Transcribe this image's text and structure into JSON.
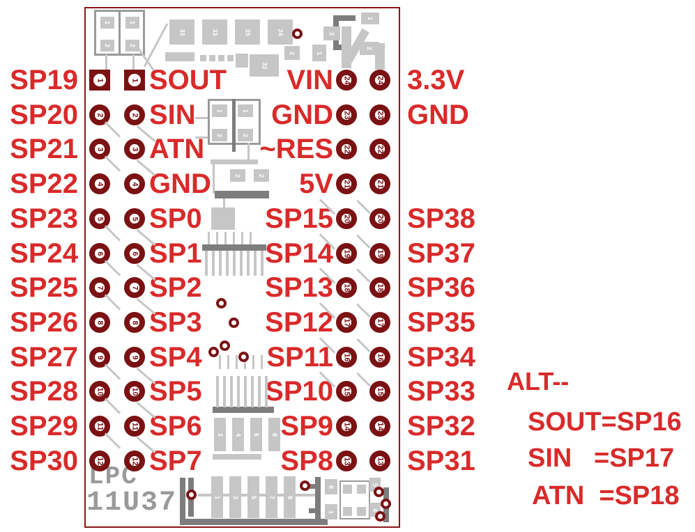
{
  "colors": {
    "label_red": "#d92a2a",
    "pad_dark_red": "#7a1113",
    "board_border": "#8d161a",
    "silkscreen_light": "#c6c6c6",
    "silkscreen_dark": "#7d7d7d",
    "chip_ref_gray": "#9a9a9a"
  },
  "rows": [
    {
      "outer_left": "SP19",
      "left_pin": "1",
      "inner_left": "SOUT",
      "inner_right": "VIN",
      "right_pin": "24",
      "outer_right": "3.3V",
      "square": true
    },
    {
      "outer_left": "SP20",
      "left_pin": "2",
      "inner_left": "SIN",
      "inner_right": "GND",
      "right_pin": "23",
      "outer_right": "GND",
      "square": false
    },
    {
      "outer_left": "SP21",
      "left_pin": "3",
      "inner_left": "ATN",
      "inner_right": "~RES",
      "right_pin": "22",
      "outer_right": "",
      "square": false
    },
    {
      "outer_left": "SP22",
      "left_pin": "4",
      "inner_left": "GND",
      "inner_right": "5V",
      "right_pin": "21",
      "outer_right": "",
      "square": false
    },
    {
      "outer_left": "SP23",
      "left_pin": "5",
      "inner_left": "SP0",
      "inner_right": "SP15",
      "right_pin": "20",
      "outer_right": "SP38",
      "square": false
    },
    {
      "outer_left": "SP24",
      "left_pin": "6",
      "inner_left": "SP1",
      "inner_right": "SP14",
      "right_pin": "19",
      "outer_right": "SP37",
      "square": false
    },
    {
      "outer_left": "SP25",
      "left_pin": "7",
      "inner_left": "SP2",
      "inner_right": "SP13",
      "right_pin": "18",
      "outer_right": "SP36",
      "square": false
    },
    {
      "outer_left": "SP26",
      "left_pin": "8",
      "inner_left": "SP3",
      "inner_right": "SP12",
      "right_pin": "17",
      "outer_right": "SP35",
      "square": false
    },
    {
      "outer_left": "SP27",
      "left_pin": "9",
      "inner_left": "SP4",
      "inner_right": "SP11",
      "right_pin": "16",
      "outer_right": "SP34",
      "square": false
    },
    {
      "outer_left": "SP28",
      "left_pin": "10",
      "inner_left": "SP5",
      "inner_right": "SP10",
      "right_pin": "15",
      "outer_right": "SP33",
      "square": false
    },
    {
      "outer_left": "SP29",
      "left_pin": "11",
      "inner_left": "SP6",
      "inner_right": "SP9",
      "right_pin": "14",
      "outer_right": "SP32",
      "square": false
    },
    {
      "outer_left": "SP30",
      "left_pin": "12",
      "inner_left": "SP7",
      "inner_right": "SP8",
      "right_pin": "13",
      "outer_right": "SP31",
      "square": false
    }
  ],
  "alt_note": {
    "title": "ALT--",
    "lines": [
      "SOUT=SP16",
      "SIN   =SP17",
      "ATN  =SP18"
    ]
  },
  "silkscreen": {
    "chip_name_line1": "LPC",
    "chip_name_line2": "11U37",
    "top_connector_pins": [
      "1",
      "1",
      "2",
      "2"
    ],
    "top_smd_labels": [
      "33",
      "33",
      "35",
      "24"
    ],
    "upper_right_pad_labels": [
      "2",
      "1",
      "3",
      "1",
      "2"
    ],
    "ic_ref_label": "32",
    "mid_connector_pins": [
      "1",
      "1",
      "2",
      "2"
    ],
    "crystal_pad_labels": [
      "2",
      "2"
    ],
    "bottom_connector_row1": [
      "2",
      "4",
      "6",
      "8"
    ],
    "bottom_connector_row2": [
      "1",
      "3",
      "5",
      "7",
      "9"
    ],
    "bottom_right_pad_labels": [
      "8",
      "1",
      "5",
      "4"
    ]
  }
}
